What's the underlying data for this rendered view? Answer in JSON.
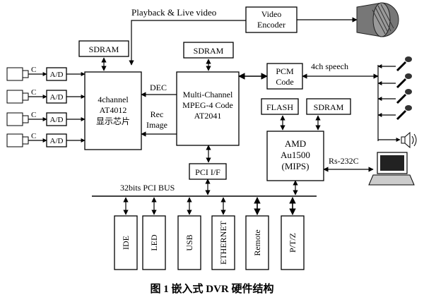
{
  "title_top": "Playback & Live video",
  "video_encoder": [
    "Video",
    "Encoder"
  ],
  "sdram_labels": [
    "SDRAM",
    "SDRAM",
    "SDRAM"
  ],
  "ad_labels": [
    "A/D",
    "A/D",
    "A/D",
    "A/D"
  ],
  "at4012": [
    "4channel",
    "AT4012",
    "显示芯片"
  ],
  "dec_label": "DEC",
  "rec_image": [
    "Rec",
    "Image"
  ],
  "mpeg": [
    "Multi-Channel",
    "MPEG-4 Code",
    "AT2041"
  ],
  "pcm": [
    "PCM",
    "Code"
  ],
  "speech_label": "4ch speech",
  "flash_label": "FLASH",
  "amd": [
    "AMD",
    "Au1500",
    "(MIPS)"
  ],
  "rs232": "Rs-232C",
  "pci_if": "PCI I/F",
  "pci_bus": "32bits PCI BUS",
  "peripherals": [
    "IDE",
    "LED",
    "USB",
    "ETHERNET",
    "Remote",
    "P/T/Z"
  ],
  "caption": "图 1   嵌入式 DVR 硬件结构",
  "camera_input_letter": "C"
}
